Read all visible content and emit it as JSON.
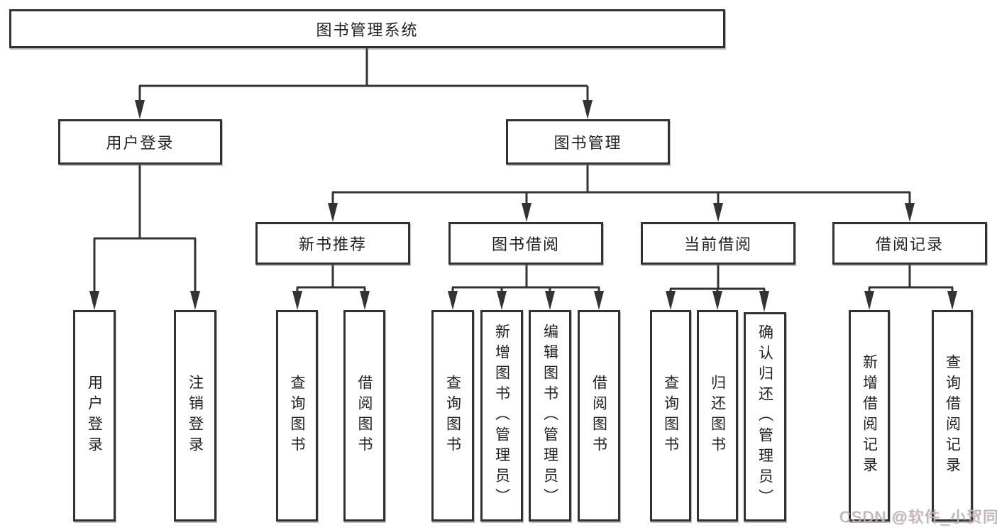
{
  "colors": {
    "line": "#333333",
    "box_border": "#323232",
    "text": "#1f1f1f",
    "watermark": "#b6b6b6",
    "background": "#ffffff"
  },
  "diagram": {
    "root": {
      "label": "图书管理系统"
    },
    "level2": {
      "user_login": {
        "label": "用户登录"
      },
      "book_management": {
        "label": "图书管理"
      }
    },
    "level3": {
      "new_book_recommend": {
        "label": "新书推荐"
      },
      "book_borrow": {
        "label": "图书借阅"
      },
      "current_borrow": {
        "label": "当前借阅"
      },
      "borrow_records": {
        "label": "借阅记录"
      }
    },
    "leaves": {
      "user_login": {
        "label": "用户登录"
      },
      "logout": {
        "label": "注销登录"
      },
      "nb_query_book": {
        "label": "查询图书"
      },
      "nb_borrow_book": {
        "label": "借阅图书"
      },
      "bb_query_book": {
        "label": "查询图书"
      },
      "bb_add_book": {
        "label": "新增图书（管理员）"
      },
      "bb_edit_book": {
        "label": "编辑图书（管理员）"
      },
      "bb_borrow_book": {
        "label": "借阅图书"
      },
      "cb_query_book": {
        "label": "查询图书"
      },
      "cb_return_book": {
        "label": "归还图书"
      },
      "cb_confirm_return": {
        "label": "确认归还（管理员）"
      },
      "br_add_record": {
        "label": "新增借阅记录"
      },
      "br_query_record": {
        "label": "查询借阅记录"
      }
    }
  },
  "watermark": {
    "text": "CSDN @软件_小贺同学"
  }
}
